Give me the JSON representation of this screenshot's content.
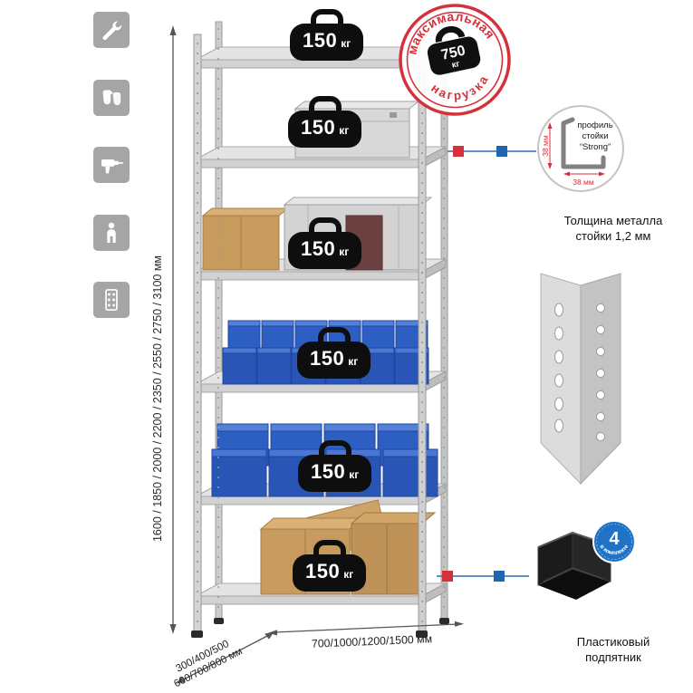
{
  "rack": {
    "shelf_badges": [
      {
        "value": "150",
        "unit": "кг"
      },
      {
        "value": "150",
        "unit": "кг"
      },
      {
        "value": "150",
        "unit": "кг"
      },
      {
        "value": "150",
        "unit": "кг"
      },
      {
        "value": "150",
        "unit": "кг"
      },
      {
        "value": "150",
        "unit": "кг"
      }
    ]
  },
  "stamp": {
    "arc_top": "максимальная",
    "arc_bottom": "нагрузка",
    "weight_value": "750",
    "weight_unit": "кг"
  },
  "dimensions": {
    "height": "1600 / 1850 / 2000 / 2200 / 2350 / 2550 / 2750 / 3100 мм",
    "width": "700/1000/1200/1500 мм",
    "depth_line1": "300/400/500",
    "depth_line2": "600/700/800 мм"
  },
  "profile_detail": {
    "label_line1": "профиль",
    "label_line2": "стойки",
    "label_line3": "“Strong”",
    "dim_vertical": "38 мм",
    "dim_horizontal": "38 мм",
    "caption_line1": "Толщина металла",
    "caption_line2": "стойки 1,2 мм"
  },
  "foot_detail": {
    "badge_number": "4",
    "badge_text": "в комплекте",
    "caption_line1": "Пластиковый",
    "caption_line2": "подпятник"
  },
  "icons": [
    "wrench-icon",
    "gloves-icon",
    "drill-icon",
    "person-icon",
    "perforated-post-icon"
  ],
  "colors": {
    "accent_red": "#d6313b",
    "accent_blue": "#1f66b0",
    "bin_blue": "#2d5ec2",
    "metal_gray": "#d2d2d2",
    "cardboard": "#c79a5e"
  }
}
